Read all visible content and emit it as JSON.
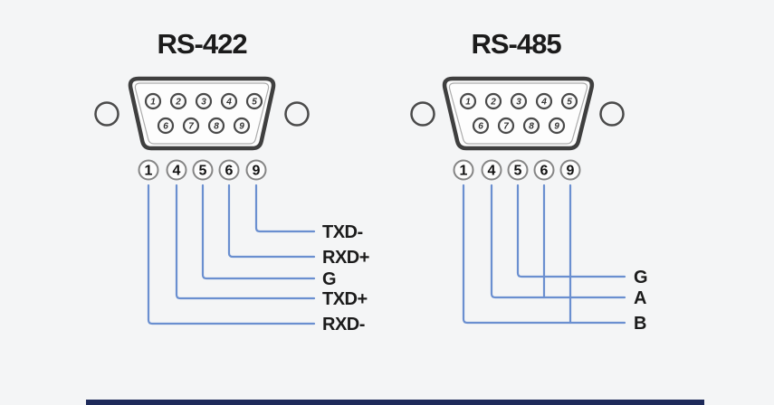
{
  "page": {
    "background": "#f4f5f6"
  },
  "colors": {
    "wire": "#6a8fd0",
    "outline": "#3f3f3f",
    "shell_fill": "#fdfdfd",
    "bevel": "#ababab",
    "pin_ring": "#4a4a4a",
    "pin_fill": "#fbfbfb",
    "badge_ring": "#858585",
    "badge_fill": "#fcfcfc",
    "text": "#1b1b1b",
    "accent_bar": "#1e2a5a"
  },
  "diagrams": [
    {
      "id": "rs-422",
      "title": "RS-422",
      "connector": {
        "top_pins": [
          "1",
          "2",
          "3",
          "4",
          "5"
        ],
        "bottom_pins": [
          "6",
          "7",
          "8",
          "9"
        ]
      },
      "breakout_pins": [
        "1",
        "4",
        "5",
        "6",
        "9"
      ],
      "signals": [
        {
          "label": "TXD-",
          "pins": [
            "9"
          ]
        },
        {
          "label": "RXD+",
          "pins": [
            "6"
          ]
        },
        {
          "label": "G",
          "pins": [
            "5"
          ]
        },
        {
          "label": "TXD+",
          "pins": [
            "4"
          ]
        },
        {
          "label": "RXD-",
          "pins": [
            "1"
          ]
        }
      ]
    },
    {
      "id": "rs-485",
      "title": "RS-485",
      "connector": {
        "top_pins": [
          "1",
          "2",
          "3",
          "4",
          "5"
        ],
        "bottom_pins": [
          "6",
          "7",
          "8",
          "9"
        ]
      },
      "breakout_pins": [
        "1",
        "4",
        "5",
        "6",
        "9"
      ],
      "signals": [
        {
          "label": "G",
          "pins": [
            "5"
          ]
        },
        {
          "label": "A",
          "pins": [
            "4",
            "6"
          ]
        },
        {
          "label": "B",
          "pins": [
            "1",
            "9"
          ]
        }
      ]
    }
  ]
}
